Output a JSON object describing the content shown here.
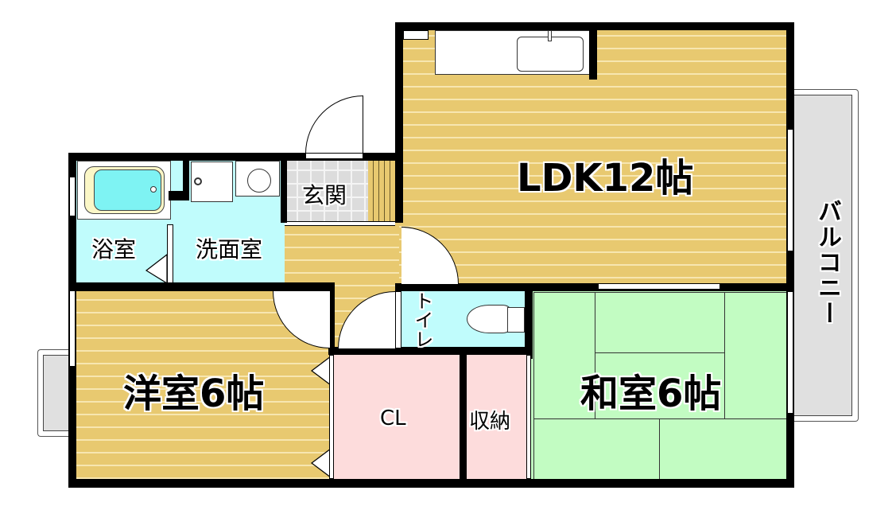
{
  "floor_plan": {
    "rooms": [
      {
        "id": "ldk",
        "label": "LDK12帖",
        "type": "living-dining-kitchen",
        "size_jo": 12,
        "floor": "wood",
        "color": "#e8c970"
      },
      {
        "id": "western",
        "label": "洋室6帖",
        "type": "western-room",
        "size_jo": 6,
        "floor": "wood",
        "color": "#e8c970"
      },
      {
        "id": "japanese",
        "label": "和室6帖",
        "type": "japanese-room",
        "size_jo": 6,
        "floor": "tatami",
        "color": "#c2fcc2"
      },
      {
        "id": "closet",
        "label": "CL",
        "type": "closet",
        "color": "#fddcdc"
      },
      {
        "id": "storage",
        "label": "収納",
        "type": "storage",
        "color": "#fddcdc"
      },
      {
        "id": "toilet",
        "label": "トイレ",
        "type": "toilet",
        "color": "#c0fcfc"
      },
      {
        "id": "bath",
        "label": "浴室",
        "type": "bathroom",
        "color": "#c0fcfc"
      },
      {
        "id": "washroom",
        "label": "洗面室",
        "type": "washroom",
        "color": "#c0fcfc"
      },
      {
        "id": "entrance",
        "label": "玄関",
        "type": "entrance",
        "floor": "tile",
        "color": "#dcdcdc"
      },
      {
        "id": "balcony",
        "label": "バルコニー",
        "type": "balcony",
        "color": "#e0e0e0"
      }
    ],
    "colors": {
      "wall": "#000000",
      "wood": "#e8c970",
      "wood_line": "#f7e6b0",
      "tatami": "#c2fcc2",
      "water": "#c0fcfc",
      "storage": "#fddcdc",
      "balcony": "#e0e0e0",
      "tile": "#dcdcdc"
    }
  }
}
